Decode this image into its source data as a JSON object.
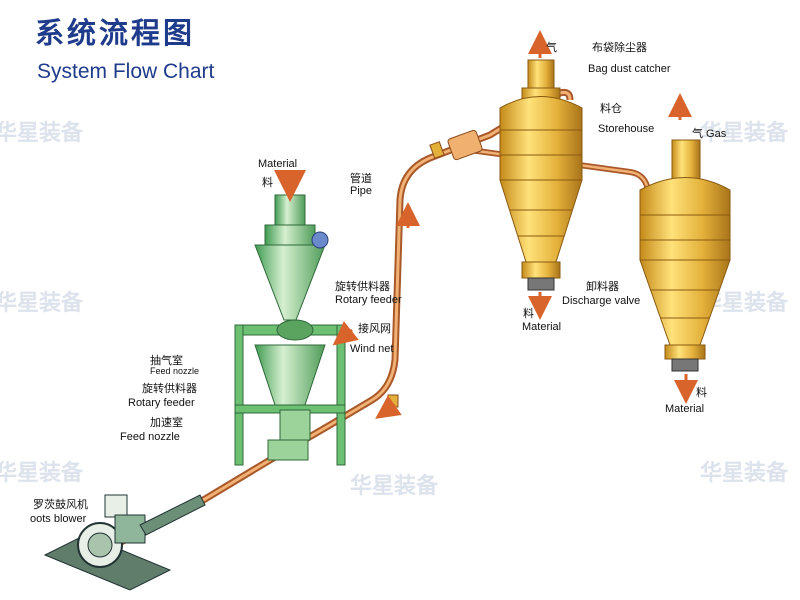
{
  "title": {
    "cn": "系统流程图",
    "en": "System Flow Chart"
  },
  "watermark": "华星装备",
  "labels": {
    "material_cn": "料",
    "material_en": "Material",
    "pipe_cn": "管道",
    "pipe_en": "Pipe",
    "gas_cn_top": "气",
    "bag_cn": "布袋除尘器",
    "bag_en": "Bag dust catcher",
    "store_cn": "料仓",
    "store_en": "Storehouse",
    "gas_right": "气 Gas",
    "rotary_top_cn": "旋转供料器",
    "rotary_top_en": "Rotary feeder",
    "wind_cn": "接风网",
    "wind_en": "Wind net",
    "feed_cn": "抽气室",
    "feed_en": "Feed nozzle",
    "rotary_mid_cn": "旋转供料器",
    "rotary_mid_en": "Rotary feeder",
    "accel_cn": "加速室",
    "accel_en": "Feed nozzle",
    "blower_cn": "罗茨鼓风机",
    "blower_en": "oots blower",
    "discharge_cn": "卸料器",
    "discharge_en": "Discharge valve",
    "out1_cn": "料",
    "out1_en": "Material",
    "out2_cn": "料",
    "out2_en": "Material"
  },
  "colors": {
    "title": "#1f3b8c",
    "silo": "#e3b63a",
    "hopper": "#8fcf8c",
    "pipe": "#c97a3a",
    "arrow": "#d9642b",
    "blower": "#3c5a4a"
  }
}
